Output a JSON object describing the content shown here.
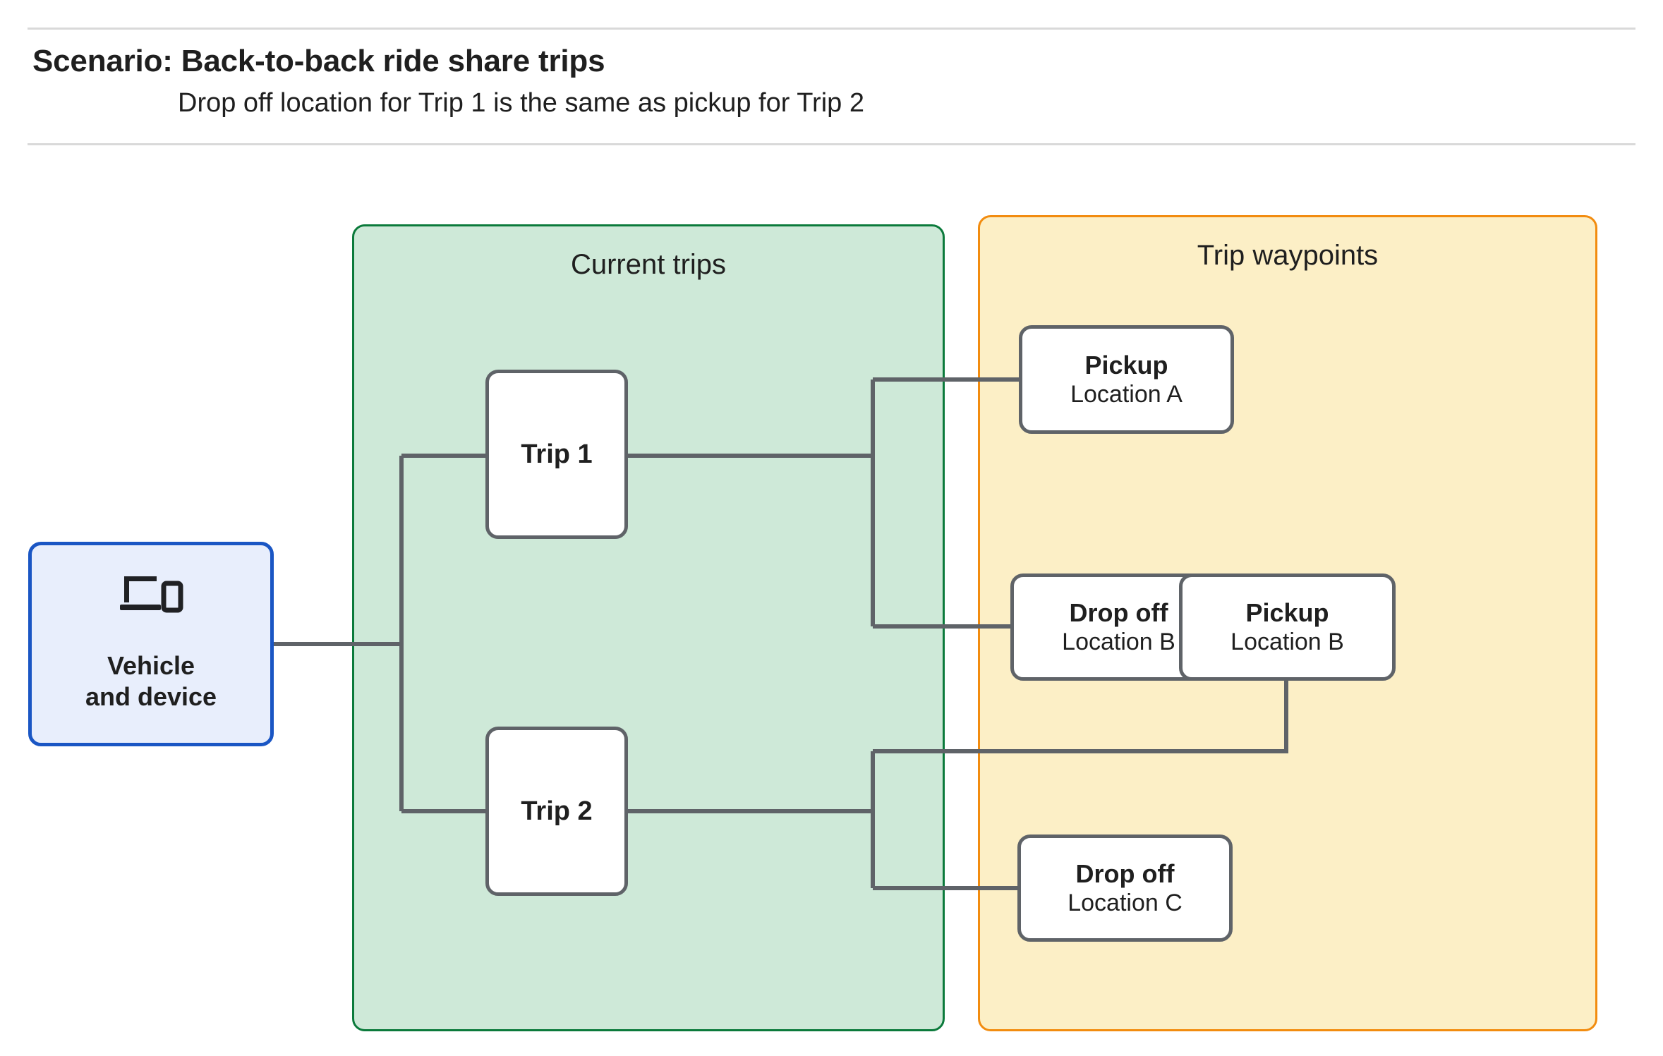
{
  "header": {
    "title": "Scenario: Back-to-back ride share trips",
    "subtitle": "Drop off  location for Trip 1 is the same as pickup for Trip 2"
  },
  "colors": {
    "trips_panel_fill": "#cee9d8",
    "trips_panel_border": "#0b7a3b",
    "waypoints_panel_fill": "#fcefc6",
    "waypoints_panel_border": "#f28c0f",
    "node_border": "#5f6368",
    "node_fill": "#ffffff",
    "vehicle_fill": "#e8eefc",
    "vehicle_border": "#1a56c4",
    "connector": "#5f6368",
    "rule": "#d9d9d9"
  },
  "vehicle": {
    "icon": "devices-icon",
    "label_line1": "Vehicle",
    "label_line2": "and device"
  },
  "panels": {
    "trips": {
      "label": "Current trips"
    },
    "waypoints": {
      "label": "Trip waypoints"
    }
  },
  "trips": [
    {
      "label": "Trip 1"
    },
    {
      "label": "Trip 2"
    }
  ],
  "waypoints": [
    {
      "type": "Pickup",
      "location": "Location A"
    },
    {
      "type": "Drop off",
      "location": "Location B"
    },
    {
      "type": "Pickup",
      "location": "Location B"
    },
    {
      "type": "Drop off",
      "location": "Location C"
    }
  ]
}
